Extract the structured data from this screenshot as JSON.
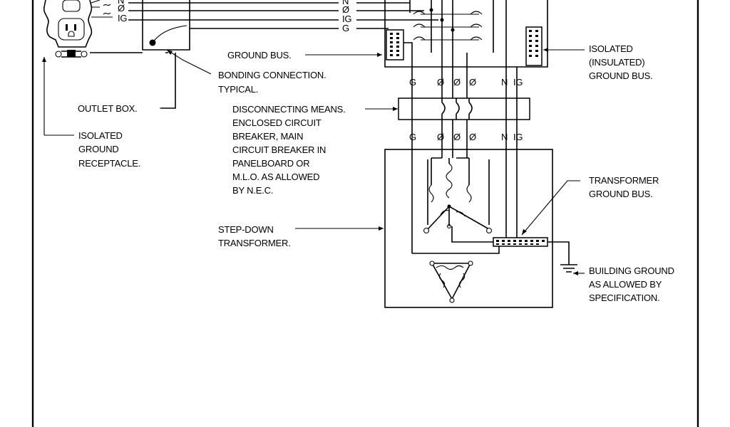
{
  "wires_top": {
    "left": [
      "N",
      "Ø",
      "IG"
    ],
    "right": [
      "N",
      "Ø",
      "IG",
      "G"
    ]
  },
  "conductors": {
    "upper": [
      "G",
      "Ø",
      "Ø",
      "Ø",
      "N",
      "IG"
    ],
    "lower": [
      "G",
      "Ø",
      "Ø",
      "Ø",
      "N",
      "IG"
    ]
  },
  "labels": {
    "ground_bus": "GROUND BUS.",
    "bonding_connection": [
      "BONDING CONNECTION.",
      "TYPICAL."
    ],
    "outlet_box": "OUTLET BOX.",
    "isolated_ground_receptacle": [
      "ISOLATED",
      "GROUND",
      "RECEPTACLE."
    ],
    "disconnecting_means": [
      "DISCONNECTING MEANS.",
      "ENCLOSED CIRCUIT",
      "BREAKER, MAIN",
      "CIRCUIT BREAKER IN",
      "PANELBOARD OR",
      "M.L.O. AS ALLOWED",
      "BY N.E.C."
    ],
    "isolated_ground_bus": [
      "ISOLATED",
      "(INSULATED)",
      "GROUND BUS."
    ],
    "transformer_ground_bus": [
      "TRANSFORMER",
      "GROUND BUS."
    ],
    "step_down_transformer": [
      "STEP-DOWN",
      "TRANSFORMER."
    ],
    "building_ground": [
      "BUILDING GROUND",
      "AS ALLOWED BY",
      "SPECIFICATION."
    ]
  }
}
